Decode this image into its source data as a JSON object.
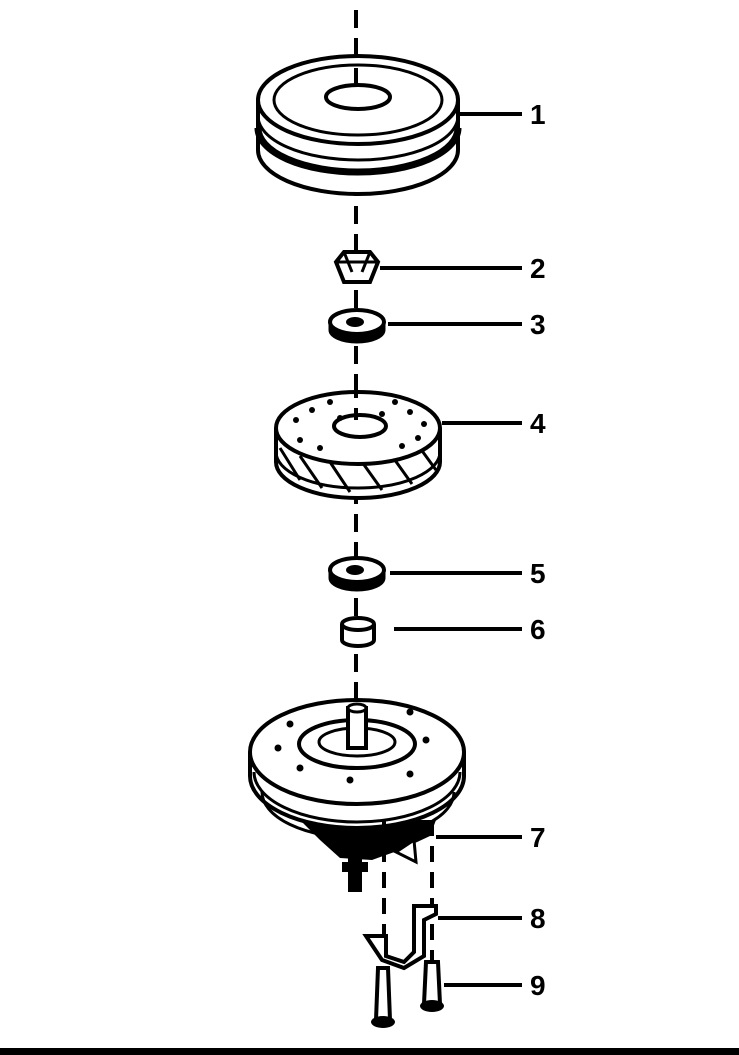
{
  "diagram": {
    "colors": {
      "ink": "#000000",
      "paper": "#ffffff"
    },
    "callouts": [
      {
        "id": "1",
        "label": "1"
      },
      {
        "id": "2",
        "label": "2"
      },
      {
        "id": "3",
        "label": "3"
      },
      {
        "id": "4",
        "label": "4"
      },
      {
        "id": "5",
        "label": "5"
      },
      {
        "id": "6",
        "label": "6"
      },
      {
        "id": "7",
        "label": "7"
      },
      {
        "id": "8",
        "label": "8"
      },
      {
        "id": "9",
        "label": "9"
      }
    ]
  }
}
